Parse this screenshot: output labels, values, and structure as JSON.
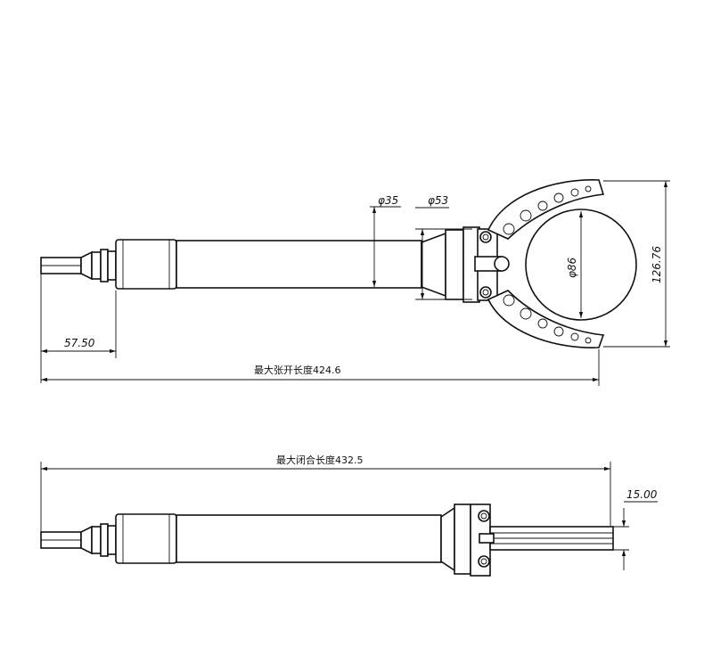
{
  "dimensions": {
    "d35": "φ35",
    "d53": "φ53",
    "d86": "φ86",
    "h126": "126.76",
    "l5750": "57.50",
    "open_length": "最大张开长度424.6",
    "closed_length": "最大闭合长度432.5",
    "w15": "15.00"
  }
}
